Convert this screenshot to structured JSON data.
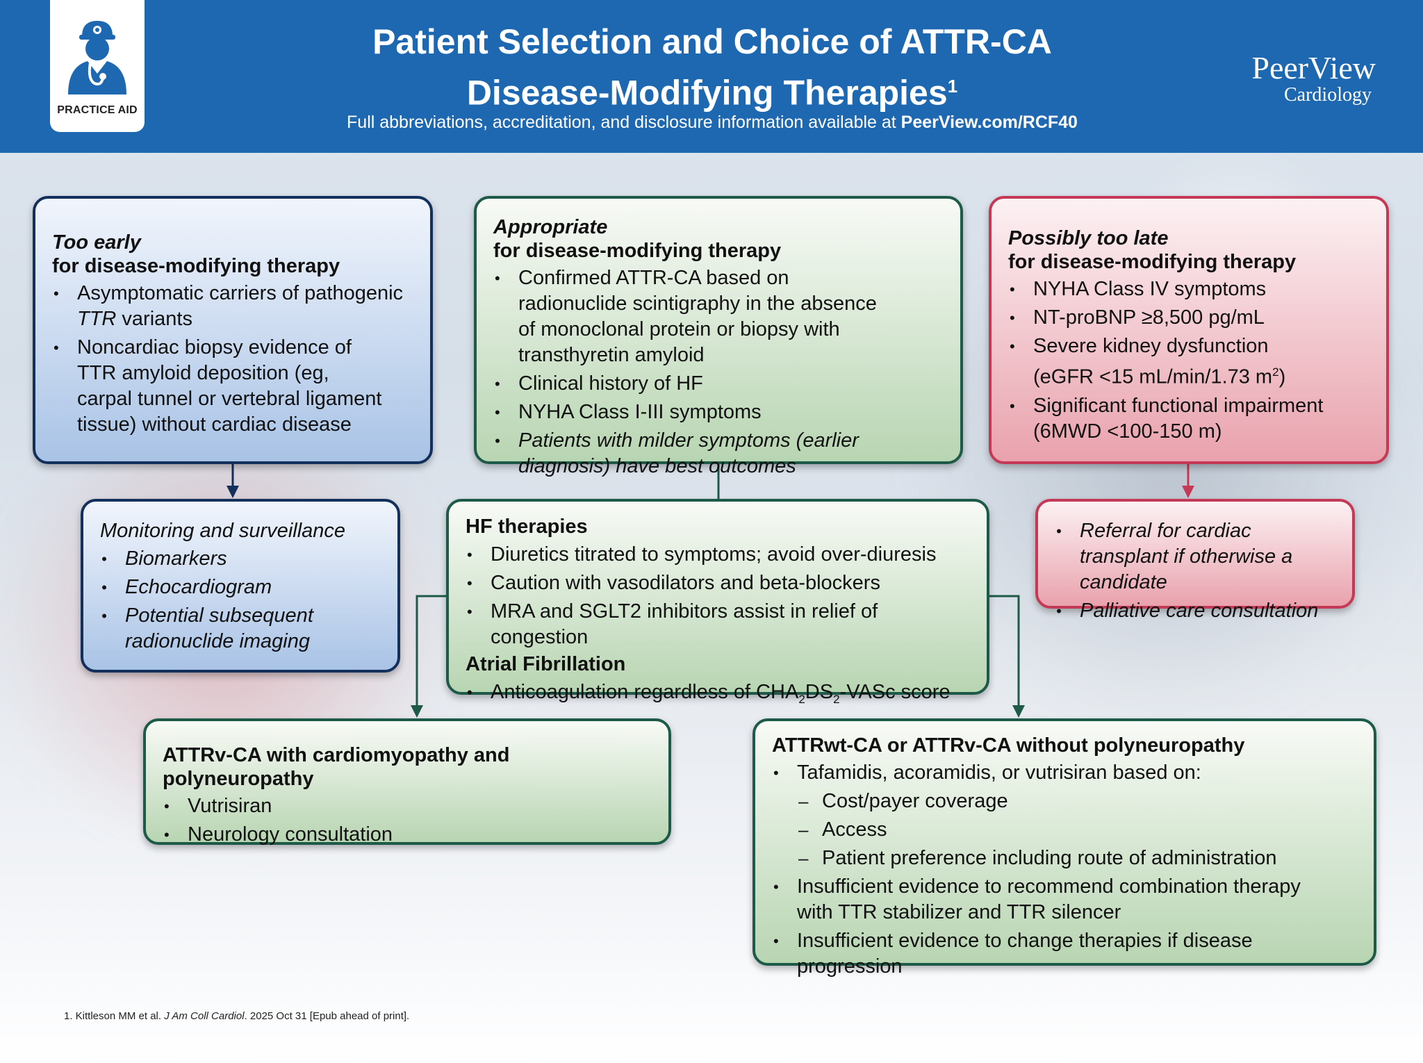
{
  "header": {
    "badge_label": "PRACTICE AID",
    "title_line1": "Patient Selection and Choice of ATTR-CA",
    "title_line2": "Disease-Modifying Therapies",
    "title_sup": "1",
    "subtitle_text": "Full abbreviations, accreditation, and disclosure information available at ",
    "subtitle_link": "PeerView.com/RCF40",
    "brand_name": "PeerView",
    "brand_sub": "Cardiology"
  },
  "too_early": {
    "title_italic": "Too early",
    "title_rest": "for disease-modifying therapy",
    "item1_pre": "Asymptomatic carriers of pathogenic",
    "item1_ttr": "TTR",
    "item1_post": " variants",
    "item2": "Noncardiac biopsy evidence of TTR amyloid deposition (eg, carpal tunnel or vertebral ligament tissue) without cardiac disease"
  },
  "appropriate": {
    "title_italic": "Appropriate",
    "title_rest": "for disease-modifying therapy",
    "items": [
      "Confirmed ATTR-CA based on radionuclide scintigraphy in the absence of monoclonal protein or biopsy with transthyretin amyloid",
      "Clinical history of HF",
      "NYHA Class I-III symptoms"
    ],
    "item_italic": "Patients with milder symptoms (earlier diagnosis) have best outcomes"
  },
  "too_late": {
    "title_italic": "Possibly too late",
    "title_rest": "for disease-modifying therapy",
    "items": [
      "NYHA Class IV symptoms",
      "NT-proBNP ≥8,500 pg/mL"
    ],
    "item3_line1": "Severe kidney dysfunction",
    "item3_line2": "(eGFR <15 mL/min/1.73 m",
    "item3_sup": "2",
    "item3_close": ")",
    "item4_line1": "Significant functional impairment",
    "item4_line2": "(6MWD <100-150 m)"
  },
  "monitoring": {
    "title": "Monitoring and surveillance",
    "items": [
      "Biomarkers",
      "Echocardiogram",
      "Potential subsequent radionuclide imaging"
    ]
  },
  "hf": {
    "title": "HF therapies",
    "items": [
      "Diuretics titrated to symptoms; avoid over-diuresis",
      "Caution with vasodilators and beta-blockers",
      "MRA and SGLT2 inhibitors assist in relief of congestion"
    ],
    "af_title": "Atrial Fibrillation",
    "af_item_pre": "Anticoagulation regardless of CHA",
    "af_sub1": "2",
    "af_item_mid": "DS",
    "af_sub2": "2",
    "af_item_post": "-VASc score"
  },
  "referral": {
    "items": [
      "Referral for cardiac transplant if otherwise a candidate",
      "Palliative care consultation"
    ]
  },
  "attrv": {
    "title": "ATTRv-CA with cardiomyopathy and polyneuropathy",
    "items": [
      "Vutrisiran",
      "Neurology consultation"
    ]
  },
  "attrwt": {
    "title": "ATTRwt-CA or ATTRv-CA without polyneuropathy",
    "item1": "Tafamidis, acoramidis, or vutrisiran based on:",
    "subitems": [
      "Cost/payer coverage",
      "Access",
      "Patient preference including route of administration"
    ],
    "item2": "Insufficient evidence to recommend combination therapy with TTR stabilizer and TTR silencer",
    "item3": "Insufficient evidence to change therapies if disease progression"
  },
  "footnote": {
    "pre": "1. Kittleson MM et al. ",
    "journal": "J Am Coll Cardiol",
    "post": ". 2025 Oct 31 [Epub ahead of print]."
  },
  "colors": {
    "header_blue": "#1e67b1",
    "blue_border": "#13305c",
    "green_border": "#1d5a47",
    "red_border": "#c43a56"
  }
}
